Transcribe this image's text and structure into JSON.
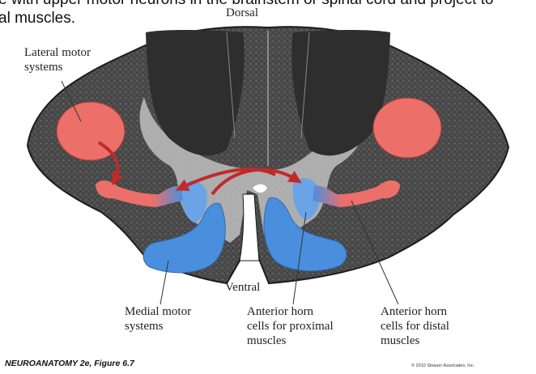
{
  "header": {
    "line1": "e with upper motor neurons in the brainstem or spinal cord and project to",
    "line2": "al muscles."
  },
  "labels": {
    "dorsal": "Dorsal",
    "ventral": "Ventral",
    "lateral_motor": "Lateral motor\nsystems",
    "medial_motor": "Medial motor\nsystems",
    "anterior_proximal": "Anterior horn\ncells for proximal\nmuscles",
    "anterior_distal": "Anterior horn\ncells for distal\nmuscles"
  },
  "footer": {
    "citation": "NEUROANATOMY 2e, Figure 6.7",
    "copyright": "© 2010 Sinauer Associates, Inc."
  },
  "colors": {
    "lateral_system": "#ec6f6a",
    "medial_system": "#4a8fde",
    "arrow": "#c02a2a",
    "white_matter": "#4f4f4f",
    "gray_matter": "#2b2b2b"
  }
}
